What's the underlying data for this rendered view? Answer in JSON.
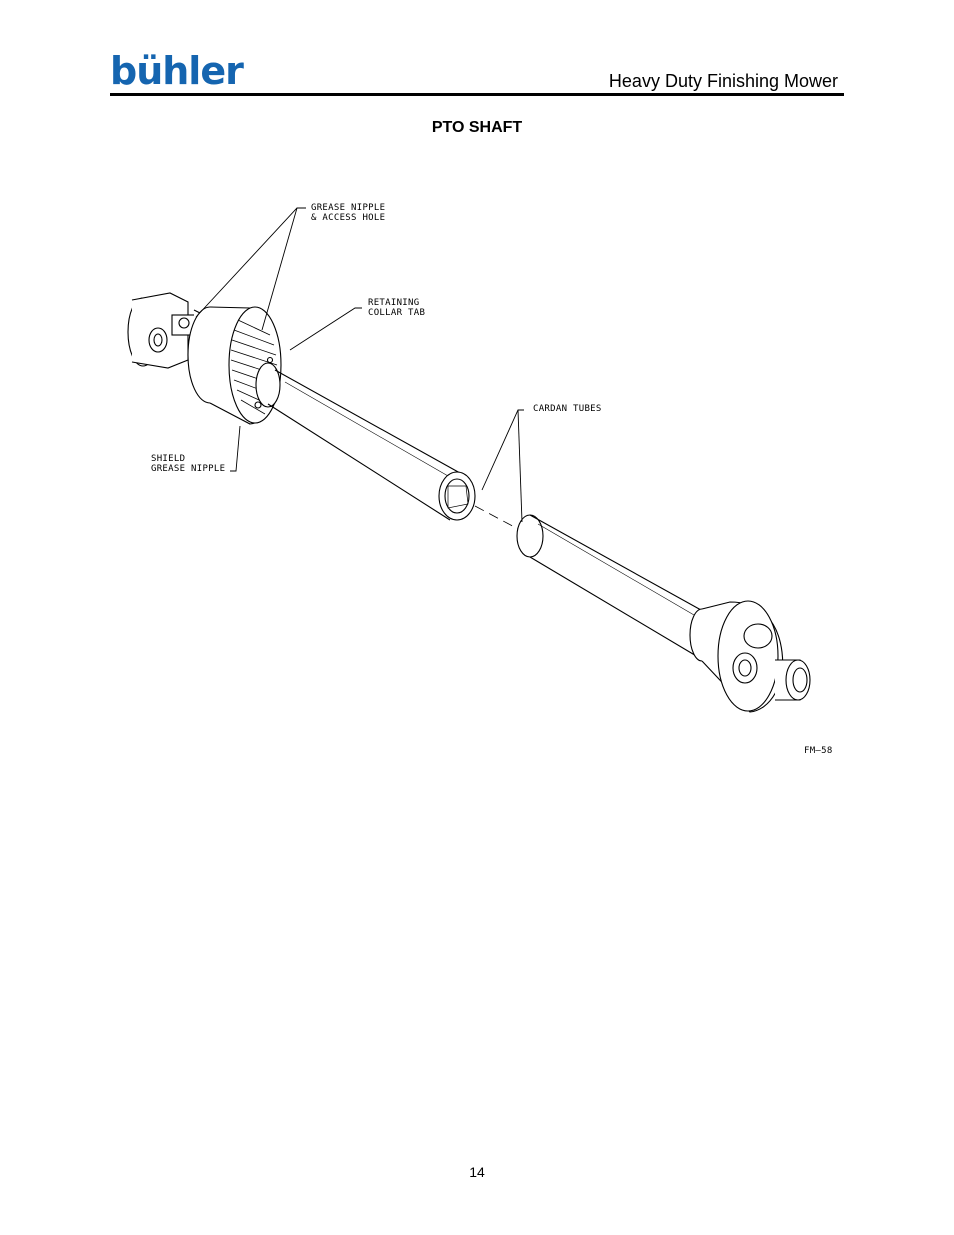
{
  "header": {
    "logo_text": "bühler",
    "logo_color": "#1565b0",
    "document_title": "Heavy Duty Finishing Mower"
  },
  "section": {
    "title": "PTO SHAFT"
  },
  "figure": {
    "callouts": {
      "grease_nipple_line1": "GREASE NIPPLE",
      "grease_nipple_line2": "& ACCESS HOLE",
      "retaining_line1": "RETAINING",
      "retaining_line2": "COLLAR TAB",
      "cardan_tubes": "CARDAN TUBES",
      "shield_line1": "SHIELD",
      "shield_line2": "GREASE NIPPLE"
    },
    "figure_id": "FM–58"
  },
  "footer": {
    "page_number": "14"
  }
}
